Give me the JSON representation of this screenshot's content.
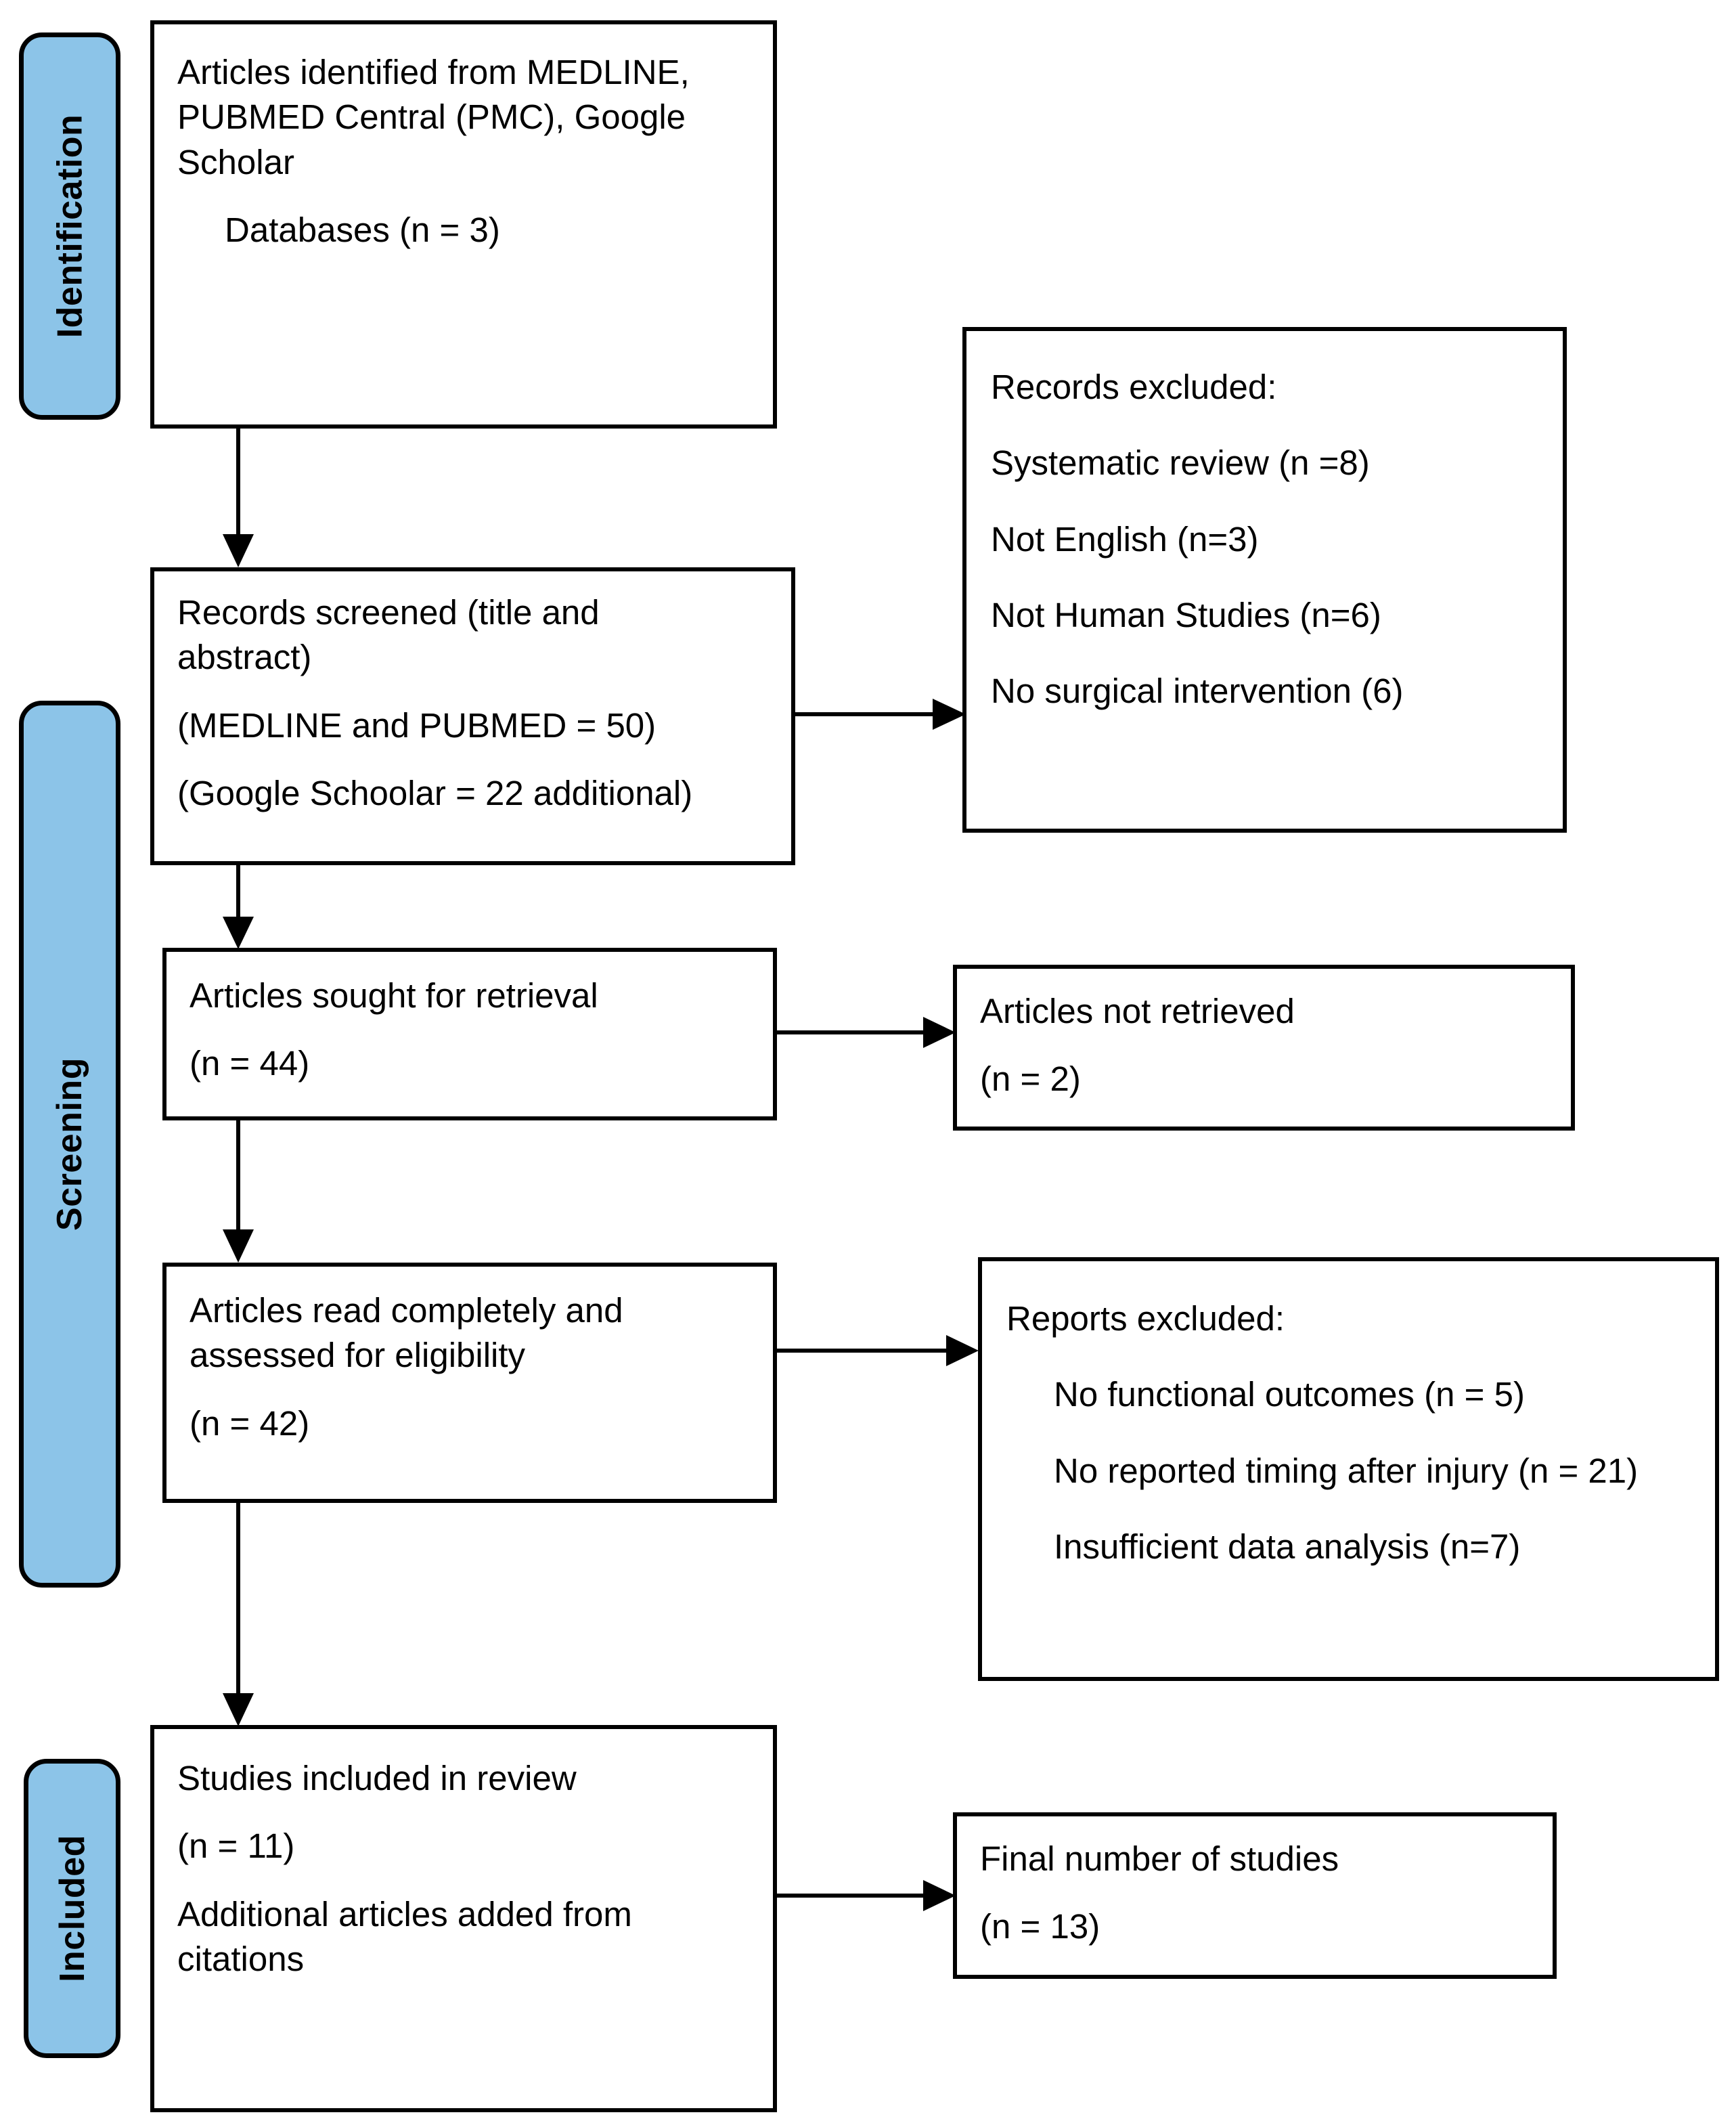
{
  "diagram": {
    "title": "PRISMA study selection flow diagram",
    "accent_color": "#8CC4E8",
    "line_color": "#000000",
    "background_color": "#FFFFFF"
  },
  "stages": [
    {
      "id": "identification",
      "label": "Identification"
    },
    {
      "id": "screening",
      "label": "Screening"
    },
    {
      "id": "included",
      "label": "Included"
    }
  ],
  "boxes": {
    "identified": {
      "id": "articles-identified",
      "lines": [
        "Articles identified from MEDLINE,",
        "PUBMED Central (PMC), Google",
        "Scholar"
      ],
      "indent_line": "Databases (n = 3)"
    },
    "records_screened": {
      "id": "records-screened",
      "lines": [
        "Records screened (title and",
        "abstract)",
        "(MEDLINE and PUBMED = 50)",
        "(Google Schoolar = 22 additional)"
      ]
    },
    "records_excluded": {
      "id": "records-excluded",
      "heading": "Records excluded:",
      "items": [
        "Systematic review (n =8)",
        "Not English (n=3)",
        "Not Human Studies (n=6)",
        "No surgical intervention (6)"
      ]
    },
    "sought_retrieval": {
      "id": "articles-sought-for-retrieval",
      "lines": [
        "Articles sought for retrieval",
        "(n = 44)"
      ]
    },
    "not_retrieved": {
      "id": "articles-not-retrieved",
      "lines": [
        "Articles not retrieved",
        "(n = 2)"
      ]
    },
    "read_completely": {
      "id": "articles-read-completely",
      "lines": [
        "Articles read completely and",
        "assessed for eligibility",
        "(n = 42)"
      ]
    },
    "reports_excluded": {
      "id": "reports-excluded",
      "heading": "Reports excluded:",
      "items": [
        "No functional outcomes (n = 5)",
        "No reported timing after injury (n = 21)",
        "Insufficient data analysis (n=7)"
      ]
    },
    "studies_included": {
      "id": "studies-included-in-review",
      "lines": [
        "Studies included in review",
        "(n = 11)",
        "Additional articles added from",
        "citations"
      ]
    },
    "final_number": {
      "id": "final-number-of-studies",
      "lines": [
        "Final number of studies",
        "(n = 13)"
      ]
    }
  },
  "counts": {
    "databases": 3,
    "medline_pubmed_screened": 50,
    "google_scholar_additional": 22,
    "excluded_systematic_review": 8,
    "excluded_not_english": 3,
    "excluded_not_human": 6,
    "excluded_no_surgical_intervention": 6,
    "sought_for_retrieval": 44,
    "not_retrieved": 2,
    "read_completely": 42,
    "reports_excluded_no_functional_outcomes": 5,
    "reports_excluded_no_timing": 21,
    "reports_excluded_insufficient_data": 7,
    "studies_included": 11,
    "final_number_of_studies": 13
  }
}
